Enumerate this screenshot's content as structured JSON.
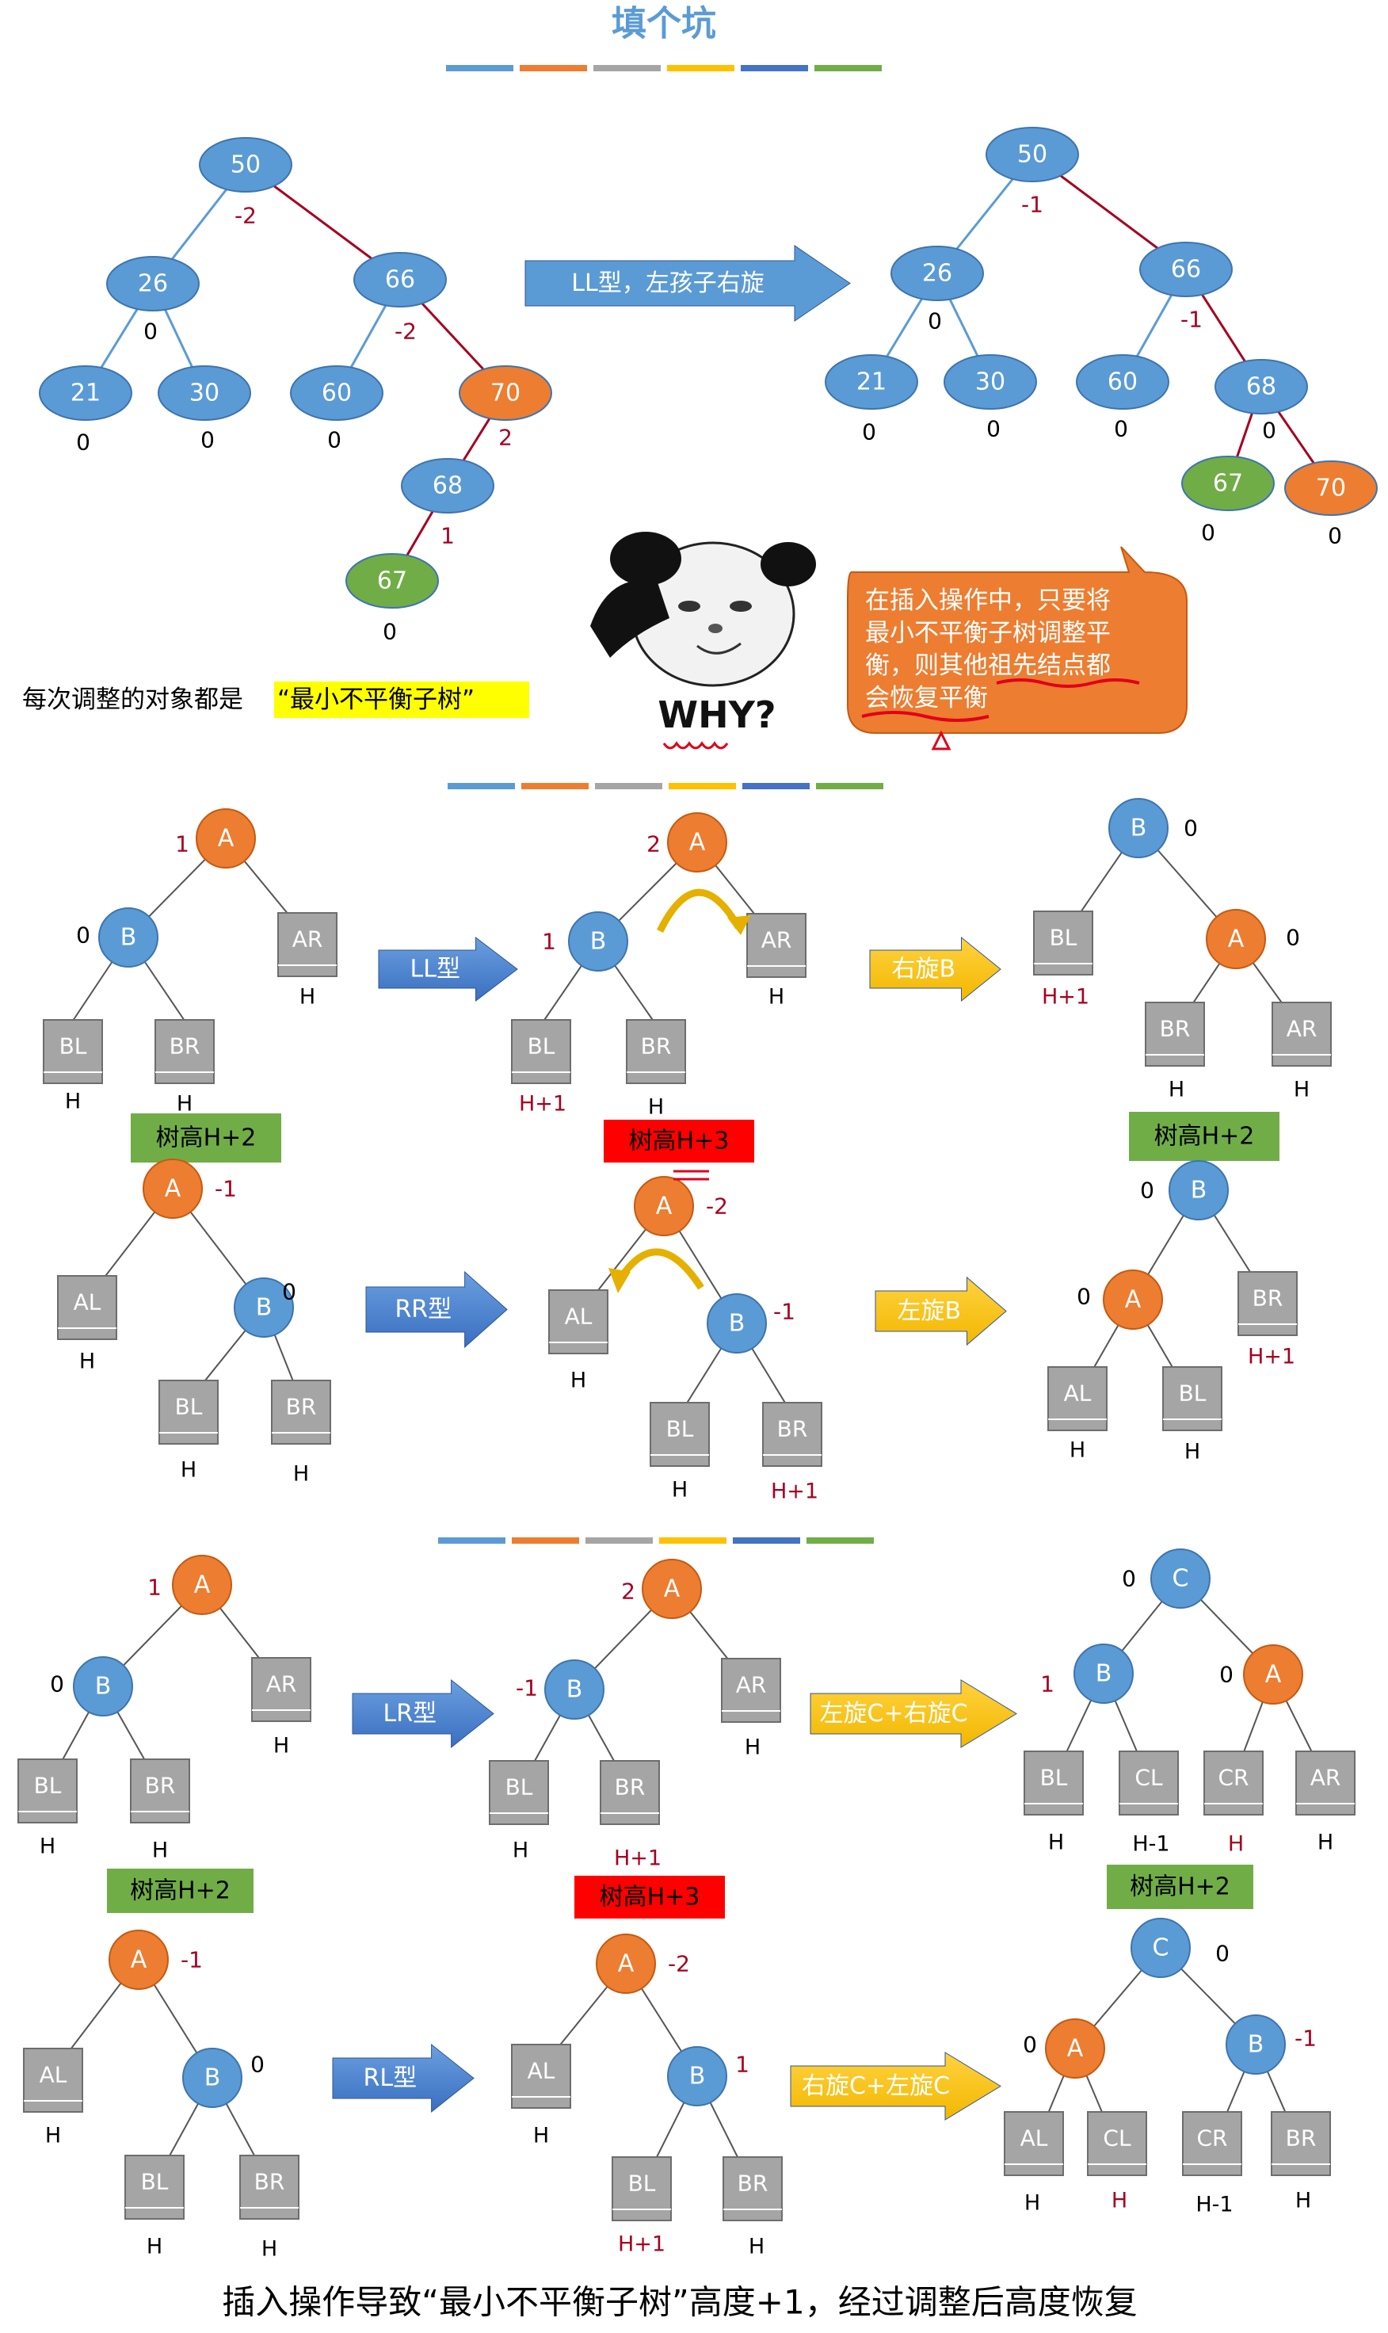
{
  "title": "填个坑",
  "colors": {
    "blue_node": "#5b9bd5",
    "orange_node": "#ed7d31",
    "green_node": "#70ad47",
    "gray_box": "#a5a5a5",
    "line_blue": "#5b9bd5",
    "line_red": "#a50021",
    "bf_red": "#a50021",
    "yellow_highlight": "#ffff00",
    "green_label": "#70ad47",
    "red_label": "#ff0000",
    "title_blue": "#5b9bd5",
    "separator_colors": [
      "#5b9bd5",
      "#ed7d31",
      "#a5a5a5",
      "#ffc000",
      "#4472c4",
      "#70ad47"
    ]
  },
  "top": {
    "arrow_label": "LL型，左孩子右旋",
    "note_text": "每次调整的对象都是",
    "note_highlight": "“最小不平衡子树”",
    "why_text": "WHY?",
    "callout_lines": [
      "在插入操作中，只要将",
      "最小不平衡子树调整平",
      "衡，则其他祖先结点都",
      "会恢复平衡"
    ],
    "left_tree": {
      "nodes": [
        {
          "id": "n50",
          "label": "50",
          "bf": "-2",
          "color": "blue"
        },
        {
          "id": "n26",
          "label": "26",
          "bf": "0",
          "color": "blue"
        },
        {
          "id": "n66",
          "label": "66",
          "bf": "-2",
          "color": "blue"
        },
        {
          "id": "n21",
          "label": "21",
          "bf": "0",
          "color": "blue"
        },
        {
          "id": "n30",
          "label": "30",
          "bf": "0",
          "color": "blue"
        },
        {
          "id": "n60",
          "label": "60",
          "bf": "0",
          "color": "blue"
        },
        {
          "id": "n70",
          "label": "70",
          "bf": "2",
          "color": "orange"
        },
        {
          "id": "n68",
          "label": "68",
          "bf": "1",
          "color": "blue"
        },
        {
          "id": "n67",
          "label": "67",
          "bf": "0",
          "color": "green"
        }
      ]
    },
    "right_tree": {
      "nodes": [
        {
          "id": "m50",
          "label": "50",
          "bf": "-1",
          "color": "blue"
        },
        {
          "id": "m26",
          "label": "26",
          "bf": "0",
          "color": "blue"
        },
        {
          "id": "m66",
          "label": "66",
          "bf": "-1",
          "color": "blue"
        },
        {
          "id": "m21",
          "label": "21",
          "bf": "0",
          "color": "blue"
        },
        {
          "id": "m30",
          "label": "30",
          "bf": "0",
          "color": "blue"
        },
        {
          "id": "m60",
          "label": "60",
          "bf": "0",
          "color": "blue"
        },
        {
          "id": "m68",
          "label": "68",
          "bf": "0",
          "color": "blue"
        },
        {
          "id": "m67",
          "label": "67",
          "bf": "0",
          "color": "green"
        },
        {
          "id": "m70",
          "label": "70",
          "bf": "0",
          "color": "orange"
        }
      ]
    }
  },
  "sections": {
    "LL": {
      "arrow": "LL型",
      "rotate": "右旋B",
      "height_before": "树高H+2",
      "height_mid": "树高H+3",
      "height_after": "树高H+2",
      "t1": {
        "A": "A",
        "A_bf": "1",
        "B": "B",
        "B_bf": "0",
        "BL": "BL",
        "BR": "BR",
        "AR": "AR",
        "h_BL": "H",
        "h_BR": "H",
        "h_AR": "H"
      },
      "t2": {
        "A": "A",
        "A_bf": "2",
        "B": "B",
        "B_bf": "1",
        "BL": "BL",
        "BR": "BR",
        "AR": "AR",
        "h_BL": "H+1",
        "h_BR": "H",
        "h_AR": "H"
      },
      "t3": {
        "B": "B",
        "B_bf": "0",
        "A": "A",
        "A_bf": "0",
        "BL": "BL",
        "BR": "BR",
        "AR": "AR",
        "h_BL": "H+1",
        "h_BR": "H",
        "h_AR": "H"
      }
    },
    "RR": {
      "arrow": "RR型",
      "rotate": "左旋B",
      "t1": {
        "A": "A",
        "A_bf": "-1",
        "B": "B",
        "B_bf": "0",
        "AL": "AL",
        "BL": "BL",
        "BR": "BR",
        "h_AL": "H",
        "h_BL": "H",
        "h_BR": "H"
      },
      "t2": {
        "A": "A",
        "A_bf": "-2",
        "B": "B",
        "B_bf": "-1",
        "AL": "AL",
        "BL": "BL",
        "BR": "BR",
        "h_AL": "H",
        "h_BL": "H",
        "h_BR": "H+1"
      },
      "t3": {
        "B": "B",
        "B_bf": "0",
        "A": "A",
        "A_bf": "0",
        "AL": "AL",
        "BL": "BL",
        "BR": "BR",
        "h_AL": "H",
        "h_BL": "H",
        "h_BR": "H+1"
      }
    },
    "LR": {
      "arrow": "LR型",
      "rotate": "左旋C+右旋C",
      "height_before": "树高H+2",
      "height_mid": "树高H+3",
      "height_after": "树高H+2",
      "t1": {
        "A": "A",
        "A_bf": "1",
        "B": "B",
        "B_bf": "0",
        "BL": "BL",
        "BR": "BR",
        "AR": "AR",
        "h_BL": "H",
        "h_BR": "H",
        "h_AR": "H"
      },
      "t2": {
        "A": "A",
        "A_bf": "2",
        "B": "B",
        "B_bf": "-1",
        "BL": "BL",
        "BR": "BR",
        "AR": "AR",
        "h_BL": "H",
        "h_BR": "H+1",
        "h_AR": "H"
      },
      "t3": {
        "C": "C",
        "C_bf": "0",
        "B": "B",
        "B_bf": "1",
        "A": "A",
        "A_bf": "0",
        "BL": "BL",
        "CL": "CL",
        "CR": "CR",
        "AR": "AR",
        "h_BL": "H",
        "h_CL": "H-1",
        "h_CR": "H",
        "h_AR": "H"
      }
    },
    "RL": {
      "arrow": "RL型",
      "rotate": "右旋C+左旋C",
      "t1": {
        "A": "A",
        "A_bf": "-1",
        "B": "B",
        "B_bf": "0",
        "AL": "AL",
        "BL": "BL",
        "BR": "BR",
        "h_AL": "H",
        "h_BL": "H",
        "h_BR": "H"
      },
      "t2": {
        "A": "A",
        "A_bf": "-2",
        "B": "B",
        "B_bf": "1",
        "AL": "AL",
        "BL": "BL",
        "BR": "BR",
        "h_AL": "H",
        "h_BL": "H+1",
        "h_BR": "H"
      },
      "t3": {
        "C": "C",
        "C_bf": "0",
        "A": "A",
        "A_bf": "0",
        "B": "B",
        "B_bf": "-1",
        "AL": "AL",
        "CL": "CL",
        "CR": "CR",
        "BR": "BR",
        "h_AL": "H",
        "h_CL": "H",
        "h_CR": "H-1",
        "h_BR": "H"
      }
    }
  },
  "caption": "插入操作导致“最小不平衡子树”高度+1，经过调整后高度恢复"
}
